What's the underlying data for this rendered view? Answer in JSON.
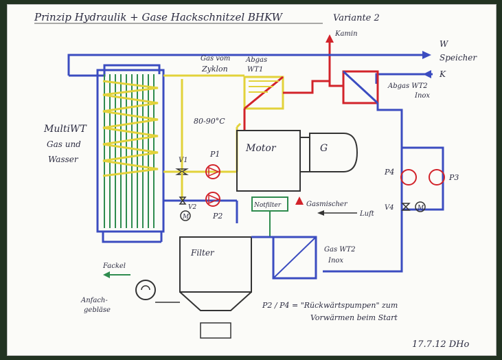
{
  "title": "Prinzip Hydraulik + Gase Hackschnitzel BHKW",
  "variant": "Variante 2",
  "labels": {
    "kamin": "Kamin",
    "w": "W",
    "speicher": "Speicher",
    "k": "K",
    "gas_vom_zyklon_1": "Gas vom",
    "gas_vom_zyklon_2": "Zyklon",
    "abgas_wt1_1": "Abgas",
    "abgas_wt1_2": "WT1",
    "abgas_wt2_1": "Abgas WT2",
    "abgas_wt2_2": "Inox",
    "temp": "80-90°C",
    "motor": "Motor",
    "g": "G",
    "multiwt_1": "MultiWT",
    "multiwt_2": "Gas und",
    "multiwt_3": "Wasser",
    "v1": "V1",
    "p1": "P1",
    "v2": "V2",
    "m": "M",
    "p2": "P2",
    "p4": "P4",
    "p3": "P3",
    "notfilter": "Notfilter",
    "gasmischer": "Gasmischer",
    "luft": "Luft",
    "v4": "V4",
    "m2": "M",
    "filter": "Filter",
    "gas_wt2_1": "Gas WT2",
    "gas_wt2_2": "Inox",
    "fackel": "Fackel",
    "anfach_1": "Anfach-",
    "anfach_2": "gebläse",
    "note_1": "P2 / P4 = \"Rückwärtspumpen\" zum",
    "note_2": "Vorwärmen beim Start",
    "date": "17.7.12 DHo"
  },
  "colors": {
    "blue": "#3b4cc0",
    "red": "#d2232a",
    "yellow": "#e2d23a",
    "green": "#2e8b4e",
    "dark": "#333333"
  }
}
